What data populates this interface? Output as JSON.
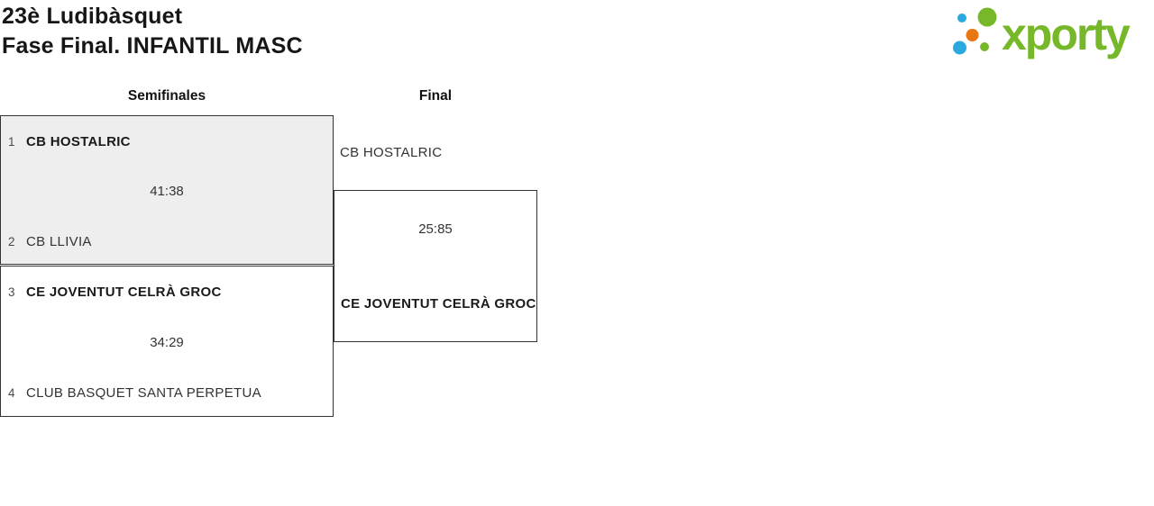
{
  "header": {
    "title_line1": "23è Ludibàsquet",
    "title_line2": "Fase Final. INFANTIL MASC"
  },
  "logo": {
    "brand": "xporty",
    "colors": {
      "green": "#76b82a",
      "blue": "#2aa9e0",
      "orange": "#e87613"
    }
  },
  "bracket": {
    "round_headers": {
      "semifinals": "Semifinales",
      "final": "Final"
    },
    "semifinals": [
      {
        "seed1": "1",
        "team1": "CB HOSTALRIC",
        "score": "41:38",
        "seed2": "2",
        "team2": "CB LLIVIA",
        "winner": "team1"
      },
      {
        "seed1": "3",
        "team1": "CE JOVENTUT CELRÀ GROC",
        "score": "34:29",
        "seed2": "4",
        "team2": "CLUB BASQUET SANTA PERPETUA",
        "winner": "team1"
      }
    ],
    "final": {
      "team1": "CB HOSTALRIC",
      "score": "25:85",
      "team2": "CE JOVENTUT CELRÀ GROC",
      "winner": "team2"
    }
  }
}
